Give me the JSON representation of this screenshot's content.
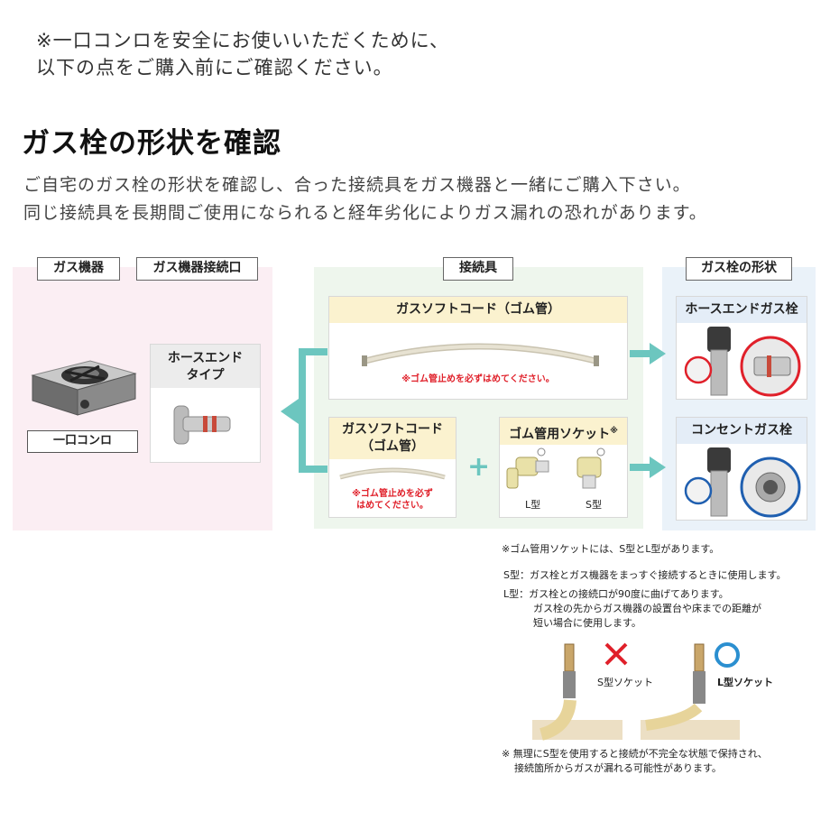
{
  "intro": {
    "line1": "※一口コンロを安全にお使いいただくために、",
    "line2": "以下の点をご購入前にご確認ください。"
  },
  "section": {
    "title": "ガス栓の形状を確認",
    "lead1": "ご自宅のガス栓の形状を確認し、合った接続具をガス機器と一緒にご購入下さい。",
    "lead2": "同じ接続具を長期間ご使用になられると経年劣化によりガス漏れの恐れがあります。"
  },
  "columns": {
    "gas_device": "ガス機器",
    "device_port": "ガス機器接続口",
    "connector": "接続具",
    "valve_shape": "ガス栓の形状"
  },
  "device": {
    "stove_label": "一口コンロ",
    "port_type_line1": "ホースエンド",
    "port_type_line2": "タイプ"
  },
  "connectors": {
    "soft_cord_title": "ガスソフトコード（ゴム管）",
    "soft_cord_warning": "※ゴム管止めを必ずはめてください。",
    "soft_cord2_title_line1": "ガスソフトコード",
    "soft_cord2_title_line2": "（ゴム管）",
    "soft_cord2_warning_line1": "※ゴム管止めを必ず",
    "soft_cord2_warning_line2": "はめてください。",
    "socket_title": "ゴム管用ソケット",
    "socket_mark": "※",
    "plus": "+",
    "l_type": "L型",
    "s_type": "S型"
  },
  "valves": {
    "hose_end": "ホースエンドガス栓",
    "concent": "コンセントガス栓"
  },
  "notes": {
    "socket_note": "※ゴム管用ソケットには、S型とL型があります。",
    "s_type_label": "S型：",
    "s_type_desc": "ガス栓とガス機器をまっすぐ接続するときに使用します。",
    "l_type_label": "L型：",
    "l_type_desc1": "ガス栓との接続口が90度に曲げてあります。",
    "l_type_desc2": "ガス栓の先からガス機器の設置台や床までの距離が",
    "l_type_desc3": "短い場合に使用します。",
    "s_socket_caption": "S型ソケット",
    "l_socket_caption": "L型ソケット",
    "bottom_note1": "※ 無理にS型を使用すると接続が不完全な状態で保持され、",
    "bottom_note2": "接続箇所からガスが漏れる可能性があります。"
  },
  "colors": {
    "accent_teal": "#6cc6bf",
    "warning_red": "#e0202a",
    "ok_blue": "#2b8fd0",
    "panel_pink": "#fbeef3",
    "panel_green": "#eef6ed",
    "panel_blue": "#eaf2f9"
  }
}
